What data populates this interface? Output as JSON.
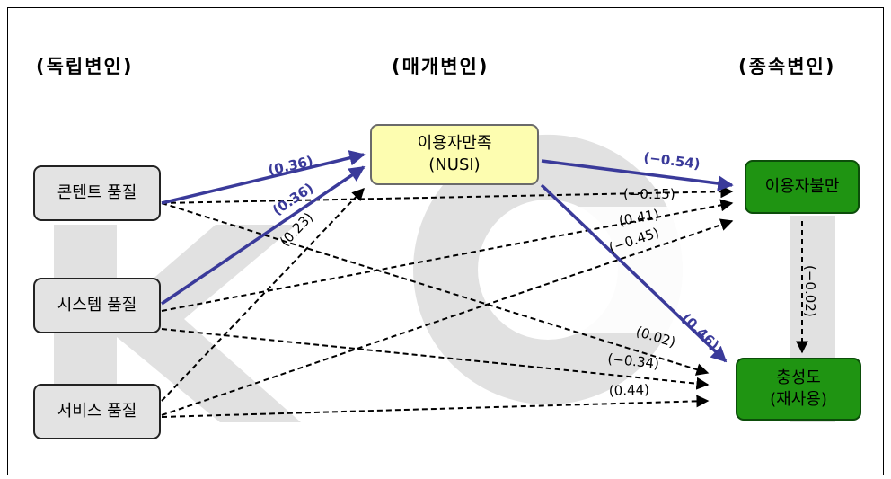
{
  "headers": {
    "independent": "(독립변인)",
    "mediator": "(매개변인)",
    "dependent": "(종속변인)"
  },
  "nodes": {
    "content_quality": "콘텐트 품질",
    "system_quality": "시스템 품질",
    "service_quality": "서비스 품질",
    "user_satisfaction": {
      "line1": "이용자만족",
      "line2": "(NUSI)"
    },
    "dissatisfaction": "이용자불만",
    "loyalty": {
      "line1": "충성도",
      "line2": "(재사용)"
    }
  },
  "paths": [
    {
      "id": "content_to_satisfaction",
      "from": "content_quality",
      "to": "user_satisfaction",
      "coef": "(0.36)",
      "significant": true
    },
    {
      "id": "system_to_satisfaction",
      "from": "system_quality",
      "to": "user_satisfaction",
      "coef": "(0.36)",
      "significant": true
    },
    {
      "id": "service_to_satisfaction",
      "from": "service_quality",
      "to": "user_satisfaction",
      "coef": "(0.23)",
      "significant": false
    },
    {
      "id": "satisfaction_to_dissatisfaction",
      "from": "user_satisfaction",
      "to": "dissatisfaction",
      "coef": "(−0.54)",
      "significant": true
    },
    {
      "id": "satisfaction_to_loyalty",
      "from": "user_satisfaction",
      "to": "loyalty",
      "coef": "(0.46)",
      "significant": true
    },
    {
      "id": "content_to_dissatisfaction",
      "from": "content_quality",
      "to": "dissatisfaction",
      "coef": "(−0.15)",
      "significant": false
    },
    {
      "id": "system_to_dissatisfaction",
      "from": "system_quality",
      "to": "dissatisfaction",
      "coef": "(0.41)",
      "significant": false
    },
    {
      "id": "service_to_dissatisfaction",
      "from": "service_quality",
      "to": "dissatisfaction",
      "coef": "(−0.45)",
      "significant": false
    },
    {
      "id": "content_to_loyalty",
      "from": "content_quality",
      "to": "loyalty",
      "coef": "(0.02)",
      "significant": false
    },
    {
      "id": "system_to_loyalty",
      "from": "system_quality",
      "to": "loyalty",
      "coef": "(−0.34)",
      "significant": false
    },
    {
      "id": "service_to_loyalty",
      "from": "service_quality",
      "to": "loyalty",
      "coef": "(0.44)",
      "significant": false
    },
    {
      "id": "dissatisfaction_to_loyalty",
      "from": "dissatisfaction",
      "to": "loyalty",
      "coef": "(−0.02)",
      "significant": false
    }
  ],
  "colors": {
    "significant_path": "#3a3a9a",
    "nonsignificant_path": "#000000",
    "input_fill": "#e3e3e3",
    "mediator_fill": "#fdfdb0",
    "outcome_fill": "#1f9412",
    "watermark": "#c9c9c9"
  }
}
